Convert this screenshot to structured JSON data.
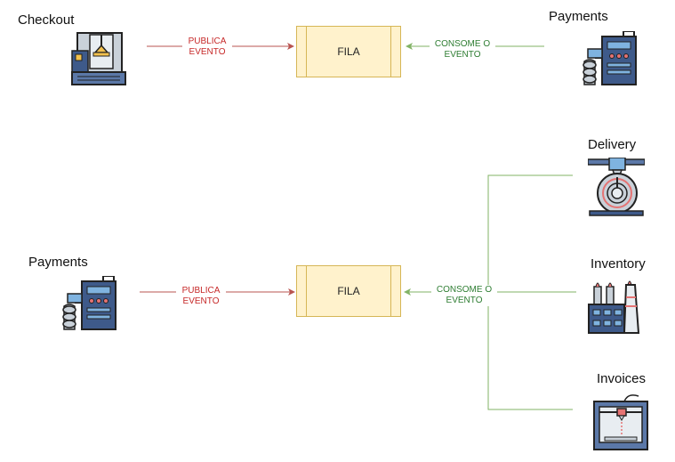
{
  "top": {
    "producer_label": "Checkout",
    "consumer_label": "Payments",
    "queue_label": "FILA",
    "publish_label": "PUBLICA\nEVENTO",
    "consume_label": "CONSOME O\nEVENTO"
  },
  "bottom": {
    "producer_label": "Payments",
    "queue_label": "FILA",
    "publish_label": "PUBLICA\nEVENTO",
    "consume_label": "CONSOME O\nEVENTO",
    "consumers": [
      "Delivery",
      "Inventory",
      "Invoices"
    ]
  },
  "colors": {
    "publish_arrow": "#b85450",
    "consume_arrow": "#82b366",
    "queue_fill": "#fff2cc",
    "queue_stroke": "#d6b656"
  },
  "icons": {
    "checkout": "kiosk-machine-icon",
    "payments": "industrial-machine-icon",
    "delivery": "cable-reel-icon",
    "inventory": "factory-icon",
    "invoices": "3d-printer-icon"
  }
}
